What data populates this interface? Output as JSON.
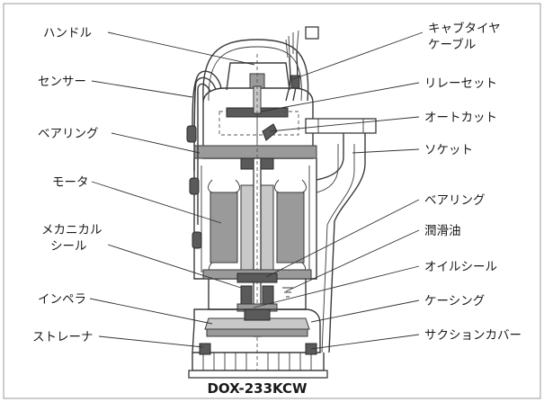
{
  "diagram": {
    "model_name": "DOX-233KCW",
    "labels_left": {
      "handle": "ハンドル",
      "sensor": "センサー",
      "bearing_upper": "ベアリング",
      "motor": "モータ",
      "mechanical_seal_line1": "メカニカル",
      "mechanical_seal_line2": "シール",
      "impeller": "インペラ",
      "strainer": "ストレーナ"
    },
    "labels_right": {
      "cabtyre_cable_line1": "キャブタイヤ",
      "cabtyre_cable_line2": "ケーブル",
      "relay_set": "リレーセット",
      "auto_cut": "オートカット",
      "socket": "ソケット",
      "bearing_lower": "ベアリング",
      "lubricating_oil": "潤滑油",
      "oil_seal": "オイルシール",
      "casing": "ケーシング",
      "suction_cover": "サクションカバー"
    }
  }
}
